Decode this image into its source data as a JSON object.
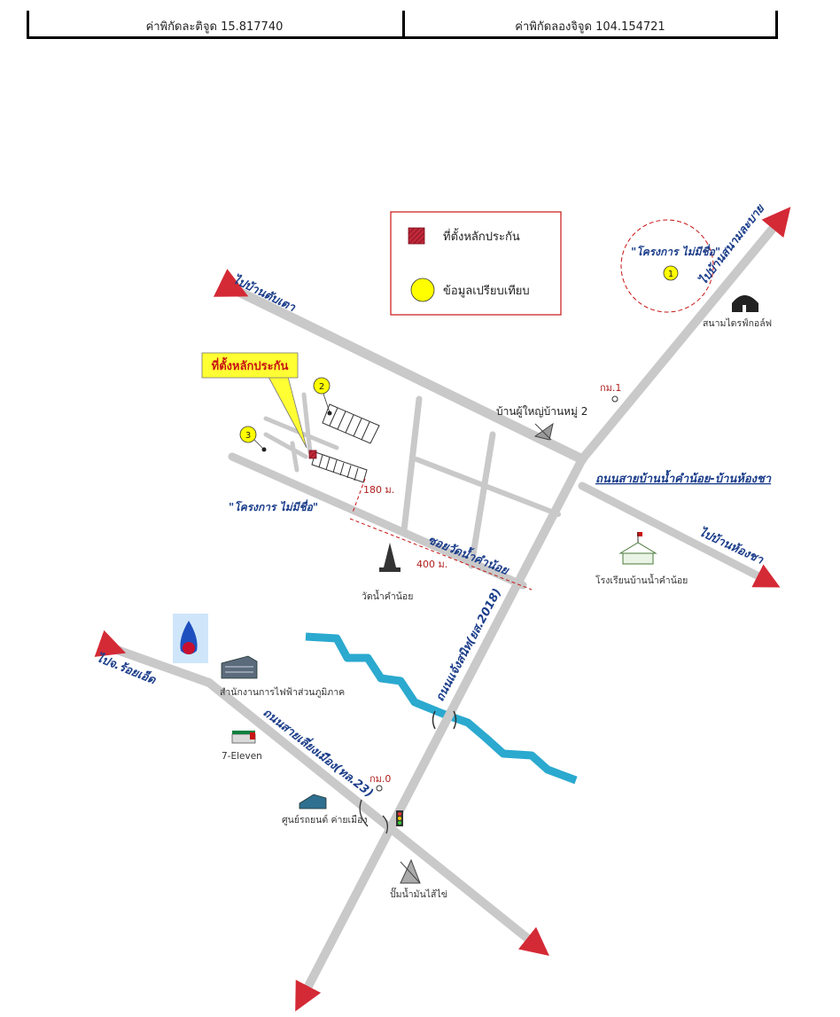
{
  "header": {
    "latitude_label": "ค่าพิกัดละติจูด 15.817740",
    "longitude_label": "ค่าพิกัดลองจิจูด 104.154721"
  },
  "legend": {
    "collateral_label": "ที่ตั้งหลักประกัน",
    "comparison_label": "ข้อมูลเปรียบเทียบ",
    "collateral_color": "#c0283a",
    "comparison_color": "#ffff00"
  },
  "callout": {
    "label": "ที่ตั้งหลักประกัน"
  },
  "roads": {
    "to_ban_tap_tao": "ไปบ้านตับเตา",
    "to_ban_non_sang": "ไปบ้านสนามละบาย",
    "road_ban_nam_kham": "ถนนสายบ้านน้ำคำน้อย-บ้านห้องชา",
    "to_ban_hong_sa": "ไปบ้านห้องชา",
    "soi_wat": "ซอยวัดน้ำคำน้อย",
    "road_chaeng_sanit": "ถนนแจ้งสนิท(ยส.2018)",
    "to_roi_et": "ไปจ.ร้อยเอ็ด",
    "road_lueng_mueang": "ถนนสายเลี่ยงเมือง(ทล.23)"
  },
  "places": {
    "village_head": "บ้านผู้ใหญ่บ้านหมู่ 2",
    "golf_course": "สนามไดรฟ์กอล์ฟ",
    "school": "โรงเรียนบ้านน้ำคำน้อย",
    "temple": "วัดน้ำคำน้อย",
    "power_office": "สำนักงานการไฟฟ้าส่วนภูมิภาค",
    "seven_eleven": "7-Eleven",
    "shop_center": "ศูนย์รถยนต์ ค่ายเมือง",
    "ptt_station": "ปั๊มน้ำมันไส้ไข่"
  },
  "projects": {
    "project_1": "\"โครงการ ไม่มีชื่อ\"",
    "project_3": "\"โครงการ ไม่มีชื่อ\""
  },
  "km_markers": {
    "km_upper": "กม.1",
    "km_lower": "กม.0"
  },
  "distances": {
    "d180": "180 ม.",
    "d400": "400 ม."
  },
  "markers": {
    "m1": "1",
    "m2": "2",
    "m3": "3"
  },
  "colors": {
    "road": "#c9c9c9",
    "arrow": "#d42a36",
    "river": "#2ba9cf",
    "road_label": "#1b3d8a"
  }
}
